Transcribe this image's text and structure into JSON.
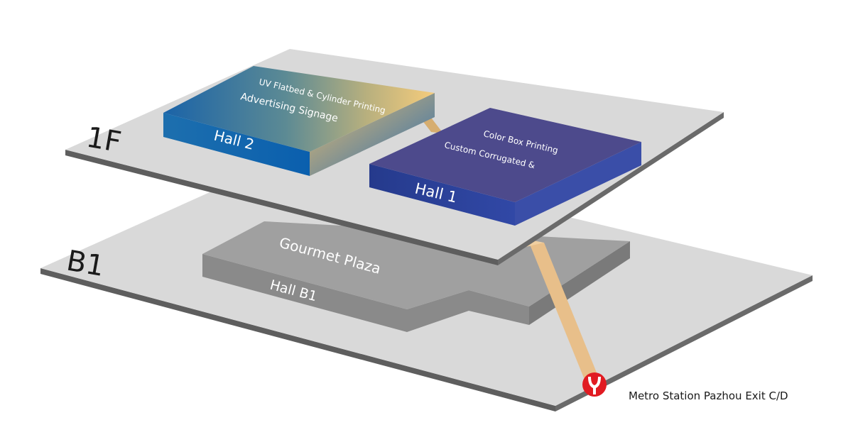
{
  "floors": {
    "first": {
      "label": "1F"
    },
    "basement": {
      "label": "B1"
    }
  },
  "halls": {
    "hall_2": {
      "name": "Hall 2",
      "line1": "UV Flatbed & Cylinder Printing",
      "line2": "Advertising Signage"
    },
    "hall_1": {
      "name": "Hall 1",
      "line1": "Color Box Printing",
      "line2": "Custom Corrugated &"
    },
    "hall_b1": {
      "name": "Hall B1",
      "line1": "Gourmet Plaza"
    }
  },
  "metro": {
    "label": "Metro Station Pazhou Exit C/D"
  },
  "colors": {
    "floor_top": "#d9d9d9",
    "floor_side": "#5e5e5e",
    "hall_b1_top": "#9e9e9e",
    "hall_b1_side": "#8a8a8a",
    "hall_1_top": "#4d4a8c",
    "hall_1_side": "#2c3d94",
    "hall_2_blue": "#1565b0",
    "hall_2_gold": "#f4c978",
    "path": "#e8bf8a",
    "metro_red": "#e11b22"
  }
}
